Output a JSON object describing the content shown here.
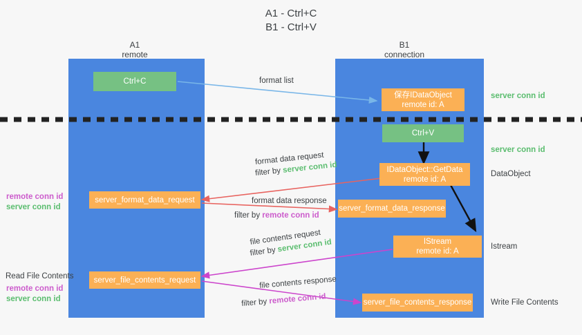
{
  "title": {
    "line1": "A1 - Ctrl+C",
    "line2": "B1 - Ctrl+V"
  },
  "lanes": [
    {
      "id": "a1",
      "name": "A1",
      "sub": "remote"
    },
    {
      "id": "b1",
      "name": "B1",
      "sub": "connection"
    }
  ],
  "boxes": {
    "ctrl_c": "Ctrl+C",
    "ctrl_v": "Ctrl+V",
    "save_dataobject_l1": "保存IDataObject",
    "save_dataobject_l2": "remote id: A",
    "getdata_l1": "IDataObject::GetData",
    "getdata_l2": "remote id: A",
    "istream_l1": "IStream",
    "istream_l2": "remote id: A",
    "server_format_data_request": "server_format_data_request",
    "server_format_data_response": "server_format_data_response",
    "server_file_contents_request": "server_file_contents_request",
    "server_file_contents_response": "server_file_contents_response"
  },
  "arrow_labels": {
    "format_list": "format list",
    "format_data_request": "format data request",
    "format_data_request_filter_prefix": "filter by ",
    "format_data_request_filter_value": "server conn id",
    "format_data_response": "format data response",
    "format_data_response_filter_prefix": "filter by ",
    "format_data_response_filter_value": "remote conn id",
    "file_contents_request": "file contents request",
    "file_contents_request_filter_prefix": "filter by ",
    "file_contents_request_filter_value": "server conn id",
    "file_contents_response": "file contents response",
    "file_contents_response_filter_prefix": "filter by ",
    "file_contents_response_filter_value": "remote conn id"
  },
  "right_labels": {
    "server_conn_id_top": "server conn id",
    "server_conn_id_mid": "server conn id",
    "dataobject": "DataObject",
    "istream": "Istream",
    "write_file_contents": "Write File Contents"
  },
  "left_labels": {
    "remote_conn_id_mid": "remote conn id",
    "server_conn_id_mid": "server conn id",
    "read_file_contents": "Read File Contents",
    "remote_conn_id_low": "remote conn id",
    "server_conn_id_low": "server conn id"
  },
  "colors": {
    "background": "#f7f7f7",
    "lane": "#4a86df",
    "green_box": "#76c183",
    "orange_box": "#fbb055",
    "server_conn_id": "#5bbd6f",
    "remote_conn_id": "#cc5ccc",
    "format_list_arrow": "#79b6e8",
    "format_data_arrow": "#e8635f",
    "file_contents_arrow": "#cc44cc",
    "black_arrow": "#111111",
    "text": "#3c4043"
  }
}
